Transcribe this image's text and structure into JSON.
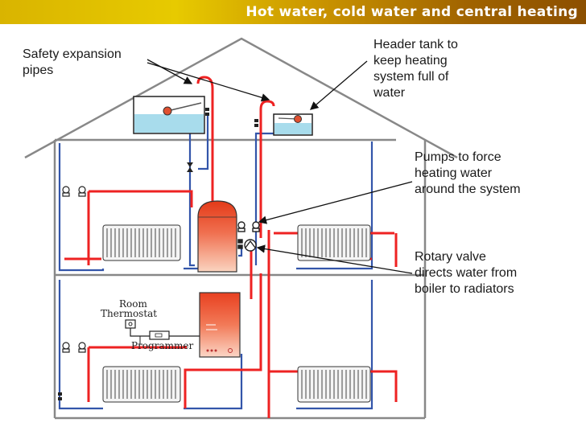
{
  "header": {
    "title": "Hot water, cold water and central heating"
  },
  "labels": {
    "safety_pipes": "Safety expansion\npipes",
    "header_tank": "Header tank to\nkeep heating\nsystem full of\nwater",
    "pumps": "Pumps to force\nheating water\naround the system",
    "rotary_valve": "Rotary valve\ndirects water from\nboiler to radiators"
  },
  "diagram_text": {
    "thermostat_line1": "Room",
    "thermostat_line2": "Thermostat",
    "programmer": "Programmer"
  },
  "colors": {
    "hot_pipe": "#ee2222",
    "cold_pipe": "#3355aa",
    "house_outline": "#808080",
    "water": "#a8dcec",
    "cylinder_top": "#e23a18",
    "cylinder_bottom": "#f8c8b0"
  }
}
